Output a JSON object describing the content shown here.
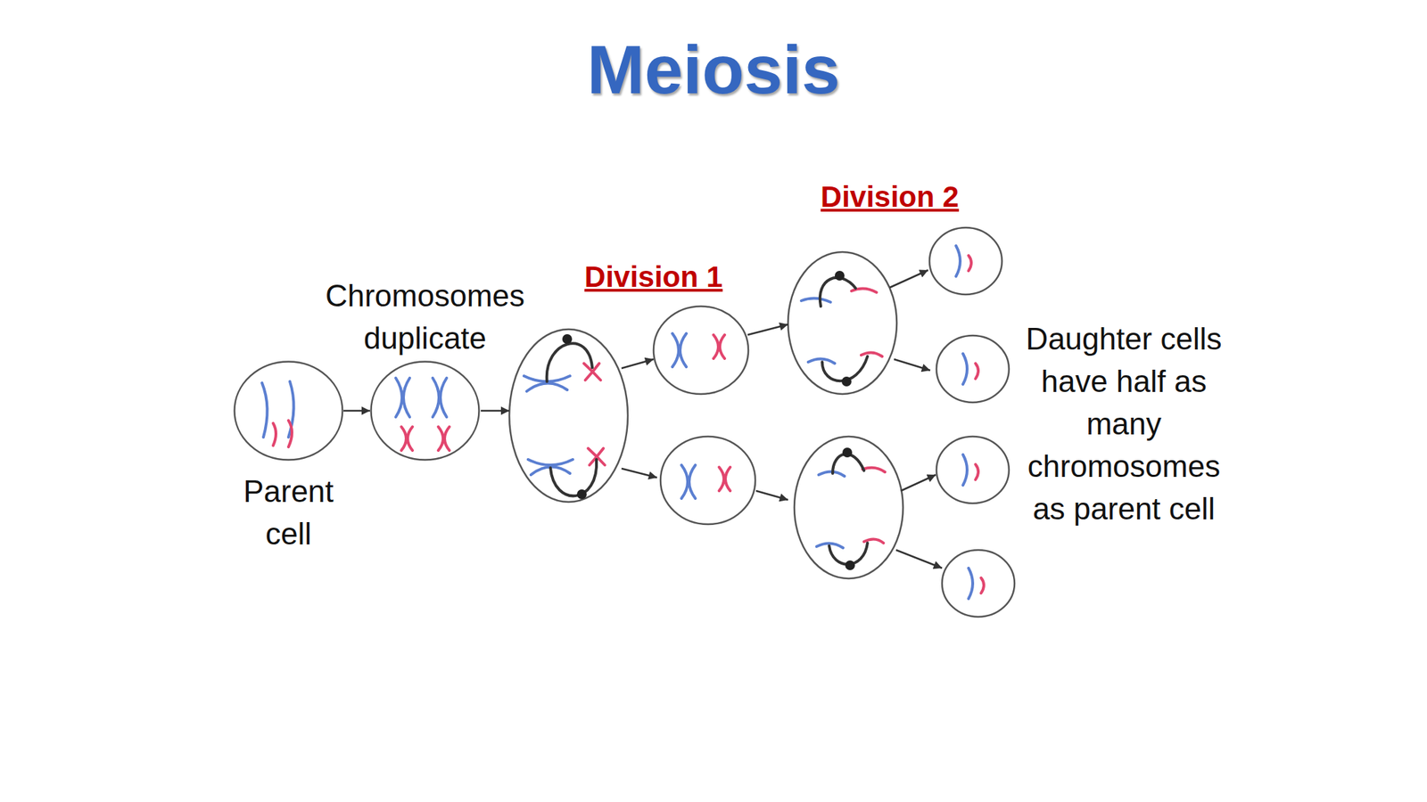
{
  "diagram": {
    "title": "Meiosis",
    "nodes": [
      {
        "text": [
          "Parent cell"
        ]
      },
      {
        "text": [
          "Chromosomes duplicate"
        ]
      }
    ],
    "edges": [
      {
        "from": 0,
        "to": 1,
        "arrow": "to"
      }
    ],
    "labels": [
      "Division 1",
      "Division 2",
      "Daughter cells have half as many chromosomes as parent cell"
    ]
  }
}
